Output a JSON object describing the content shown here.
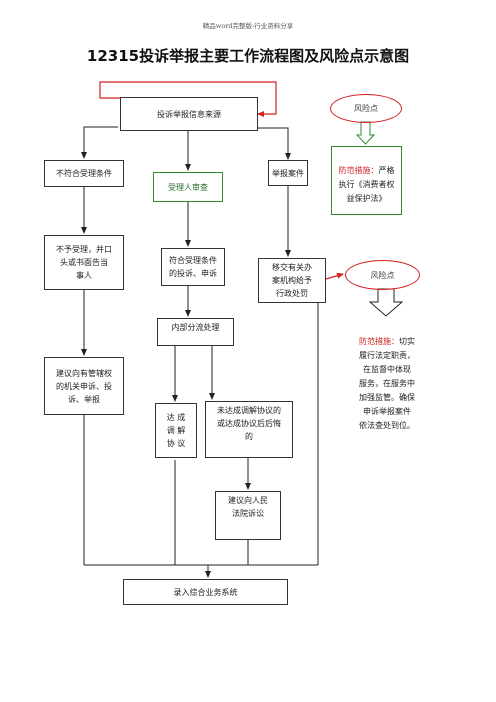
{
  "header": "精品word完整版-行业资料分享",
  "title": "12315投诉举报主要工作流程图及风险点示意图",
  "nodes": {
    "source": "投诉举报信息来源",
    "not_accept": "不符合受理条件",
    "review": "受理人审查",
    "report_case": "举报案件",
    "reject": "不予受理，并口\n头或书面告当\n事人",
    "meets": "符合受理条件\n的投诉、申诉",
    "transfer": "移交有关办\n案机构给予\n行政处罚",
    "internal": "内部分流处理",
    "suggest_admin": "建议向有管辖权\n的机关申诉、投\n诉、举报",
    "mediated": "达  成\n调  解\n协  议",
    "not_mediated": "未达成调解协议的\n或达成协议后后悔\n的",
    "suggest_court": "建议向人民\n法院诉讼",
    "record": "录入综合业务系统"
  },
  "risks": {
    "risk1": "风险点",
    "risk2": "风险点"
  },
  "measures": {
    "measure1_label": "防范措施：",
    "measure1_text": "严格\n执行《消费者权\n益保护法》",
    "measure2_label": "防范措施：",
    "measure2_text": "切实\n履行法定职责，\n在监督中体现\n服务，在服务中\n加强监管。确保\n申诉举报案件\n依法查处到位。"
  },
  "colors": {
    "loop_red": "#d32020",
    "risk_red": "#d32020",
    "green": "#2e8b2e",
    "arrow": "#222222"
  }
}
